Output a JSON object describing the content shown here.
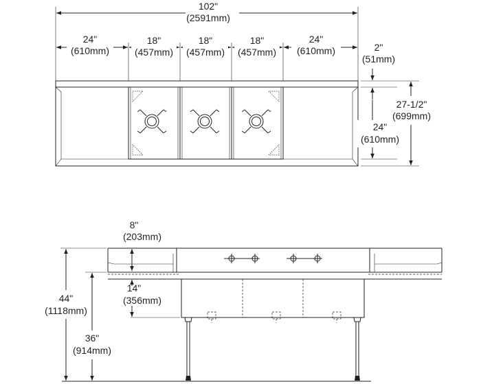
{
  "colors": {
    "line": "#231f20",
    "background": "#ffffff"
  },
  "top_view": {
    "overall_width": {
      "inch": "102\"",
      "mm": "(2591mm)"
    },
    "left_drainboard": {
      "inch": "24\"",
      "mm": "(610mm)"
    },
    "compartment_1": {
      "inch": "18\"",
      "mm": "(457mm)"
    },
    "compartment_2": {
      "inch": "18\"",
      "mm": "(457mm)"
    },
    "compartment_3": {
      "inch": "18\"",
      "mm": "(457mm)"
    },
    "right_drainboard": {
      "inch": "24\"",
      "mm": "(610mm)"
    },
    "backsplash_depth": {
      "inch": "2\"",
      "mm": "(51mm)"
    },
    "overall_depth": {
      "inch": "27-1/2\"",
      "mm": "(699mm)"
    },
    "bowl_depth": {
      "inch": "24\"",
      "mm": "(610mm)"
    }
  },
  "front_view": {
    "backsplash_height": {
      "inch": "8\"",
      "mm": "(203mm)"
    },
    "bowl_height": {
      "inch": "14\"",
      "mm": "(356mm)"
    },
    "overall_height": {
      "inch": "44\"",
      "mm": "(1118mm)"
    },
    "rim_height": {
      "inch": "36\"",
      "mm": "(914mm)"
    }
  }
}
